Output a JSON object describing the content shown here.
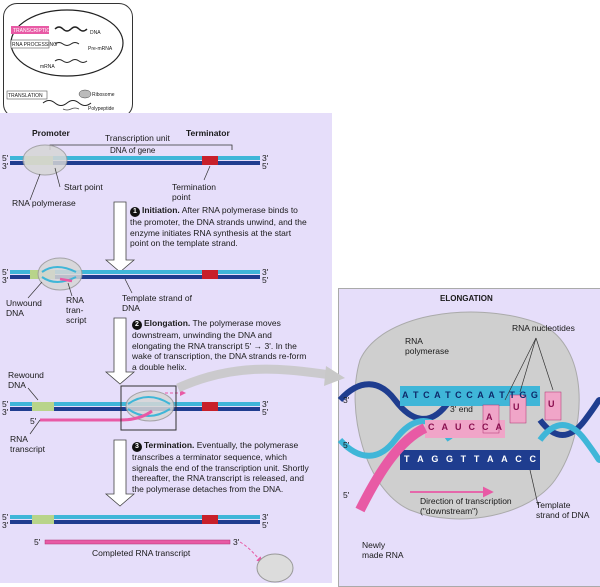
{
  "overview": {
    "transcription": "TRANSCRIPTION",
    "dna": "DNA",
    "rna_processing": "RNA PROCESSING",
    "pre_mrna": "Pre-mRNA",
    "mrna": "mRNA",
    "translation": "TRANSLATION",
    "ribosome": "Ribosome",
    "polypeptide": "Polypeptide"
  },
  "labels": {
    "promoter": "Promoter",
    "transcription_unit": "Transcription unit",
    "terminator": "Terminator",
    "dna_of_gene": "DNA of gene",
    "start_point": "Start point",
    "rna_polymerase": "RNA polymerase",
    "termination_point": "Termination point",
    "unwound_dna": "Unwound DNA",
    "rna_transcript": "RNA tran-script",
    "template_strand": "Template strand of DNA",
    "rewound_dna": "Rewound DNA",
    "rna_transcript2": "RNA transcript",
    "completed": "Completed RNA transcript",
    "five": "5'",
    "three": "3'"
  },
  "steps": {
    "s1_num": "1",
    "s1_kw": "Initiation.",
    "s1_text": "After RNA polymerase binds to the promoter, the DNA strands unwind, and the enzyme initiates RNA synthesis at the start point on the template strand.",
    "s2_num": "2",
    "s2_kw": "Elongation.",
    "s2_text": "The polymerase moves downstream, unwinding the DNA and elongating the RNA transcript 5' → 3'. In the wake of transcription, the DNA strands re-form a double helix.",
    "s3_num": "3",
    "s3_kw": "Termination.",
    "s3_text": "Eventually, the polymerase transcribes a terminator sequence, which signals the end of the transcription unit. Shortly thereafter, the RNA transcript is released, and the polymerase detaches from the DNA."
  },
  "elongation": {
    "title": "ELONGATION",
    "rna_nucleotides": "RNA nucleotides",
    "rna_polymerase": "RNA polymerase",
    "three_end": "3' end",
    "direction": "Direction of transcription (\"downstream\")",
    "template": "Template strand of DNA",
    "newly_made": "Newly made RNA",
    "top_bases": [
      "A",
      "T",
      "C",
      "A",
      "T",
      "C",
      "C",
      "A",
      "A",
      "T",
      "T",
      "G",
      "G"
    ],
    "rna_bases": [
      "C",
      "A",
      "U",
      "C",
      "C",
      "A"
    ],
    "bottom_bases": [
      "T",
      "A",
      "G",
      "G",
      "T",
      "T",
      "A",
      "A",
      "C",
      "C"
    ],
    "free_nts": [
      "A",
      "U",
      "U"
    ]
  },
  "colors": {
    "panel": "#e6defa",
    "dna_dark": "#1f3d8f",
    "dna_light": "#3fb6d8",
    "promoter": "#b8d48a",
    "terminator": "#c8202a",
    "rna": "#e85aa5",
    "polymerase": "#d4d4d4"
  }
}
